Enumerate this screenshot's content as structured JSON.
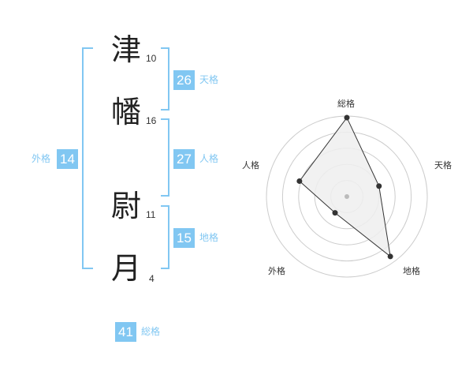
{
  "name_chars": [
    {
      "char": "津",
      "strokes": "10"
    },
    {
      "char": "幡",
      "strokes": "16"
    },
    {
      "char": "尉",
      "strokes": "11"
    },
    {
      "char": "月",
      "strokes": "4"
    }
  ],
  "fortunes": {
    "tenkaku": {
      "value": "26",
      "label": "天格"
    },
    "jinkaku": {
      "value": "27",
      "label": "人格"
    },
    "chikaku": {
      "value": "15",
      "label": "地格"
    },
    "gaikaku": {
      "value": "14",
      "label": "外格"
    },
    "soukaku": {
      "value": "41",
      "label": "総格"
    }
  },
  "chart_data": {
    "type": "radar",
    "axes": [
      "総格",
      "天格",
      "地格",
      "外格",
      "人格"
    ],
    "values": [
      0.98,
      0.42,
      0.92,
      0.25,
      0.62
    ],
    "rings": 5,
    "colors": {
      "fill": "#eeeeee",
      "line": "#333333",
      "grid": "#cccccc",
      "point": "#333333",
      "center": "#bbbbbb"
    }
  },
  "colors": {
    "accent": "#81c7f2"
  }
}
